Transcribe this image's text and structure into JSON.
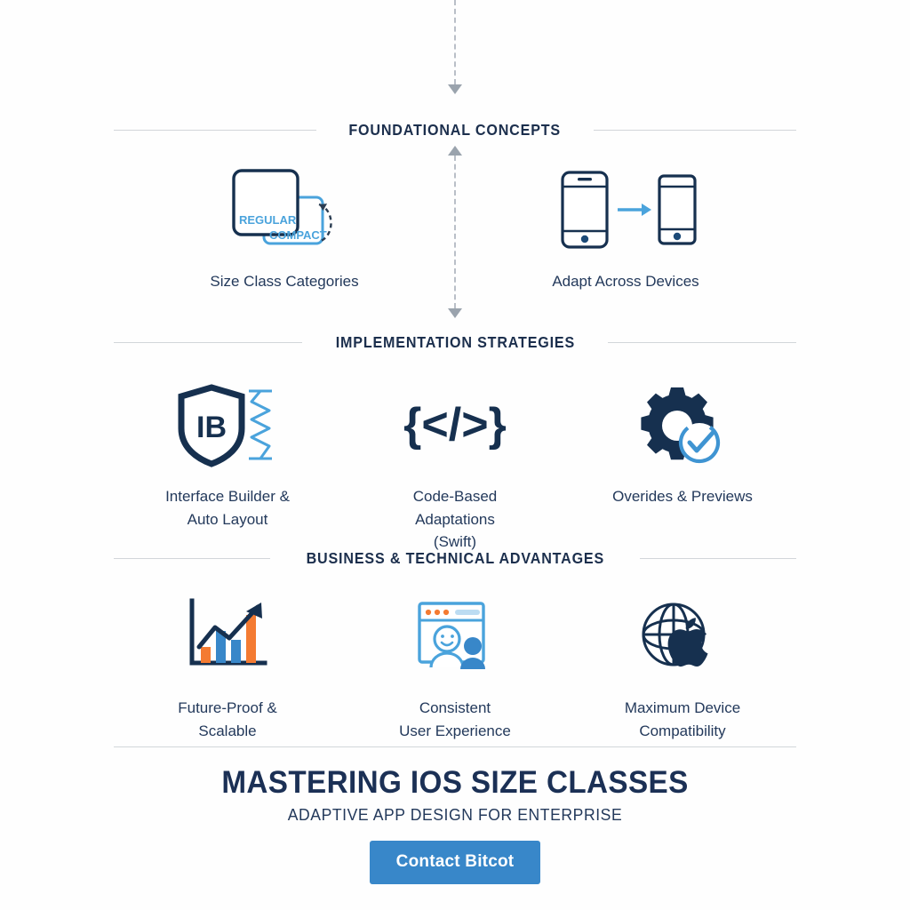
{
  "theme": {
    "navy": "#1b3055",
    "dark_icon": "#16304f",
    "light_blue": "#4aa3dc",
    "mid_blue": "#3887c9",
    "orange": "#f47b32",
    "rule_gray": "#d2d6da",
    "dashed_gray": "#b9bfc7",
    "background": "#fefefe"
  },
  "connectors": {
    "top_arrow": "arrow-down",
    "between_sections_arrow": "double-headed-dashed-arrow"
  },
  "sections": [
    {
      "id": "foundational-concepts",
      "title": "FOUNDATIONAL CONCEPTS",
      "items": [
        {
          "icon": "size-class-squares-icon",
          "label": "Size Class Categories",
          "badge_regular": "REGULAR",
          "badge_compact": "COMPACT"
        },
        {
          "icon": "phone-to-tablet-icon",
          "label": "Adapt Across Devices"
        }
      ]
    },
    {
      "id": "implementation-strategies",
      "title": "IMPLEMENTATION STRATEGIES",
      "items": [
        {
          "icon": "shield-ib-spring-icon",
          "shield_text": "IB",
          "label_line1": "Interface Builder &",
          "label_line2": "Auto Layout"
        },
        {
          "icon": "code-brackets-icon",
          "code_glyph": "{</>}",
          "label_line1": "Code-Based",
          "label_line2": "Adaptations",
          "label_line3": "(Swift)"
        },
        {
          "icon": "gear-check-icon",
          "label_line1": "Overides & Previews"
        }
      ]
    },
    {
      "id": "business-technical-advantages",
      "title": "BUSINESS & TECHNICAL ADVANTAGES",
      "items": [
        {
          "icon": "growth-chart-icon",
          "label_line1": "Future-Proof &",
          "label_line2": "Scalable"
        },
        {
          "icon": "browser-user-icon",
          "label_line1": "Consistent",
          "label_line2": "User Experience"
        },
        {
          "icon": "globe-apple-icon",
          "label_line1": "Maximum Device",
          "label_line2": "Compatibility"
        }
      ]
    }
  ],
  "footer": {
    "title": "MASTERING IOS SIZE CLASSES",
    "subtitle": "ADAPTIVE APP DESIGN FOR ENTERPRISE",
    "cta_label": "Contact Bitcot"
  }
}
